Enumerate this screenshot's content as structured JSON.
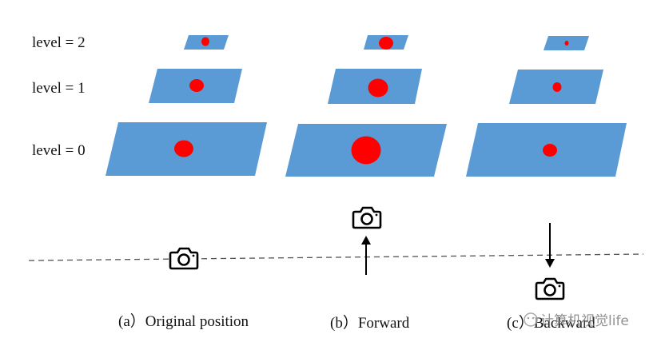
{
  "level_labels": [
    "level = 2",
    "level = 1",
    "level = 0"
  ],
  "captions": [
    "(a）Original position",
    "(b）Forward",
    "(c）Backward"
  ],
  "watermark": "计算机视觉life",
  "colors": {
    "plane": "#5b9bd5",
    "spot": "#ff0000",
    "dashed_line": "#555555"
  },
  "icons": {
    "camera": "camera-icon",
    "arrow_up": "arrow-up-icon",
    "arrow_down": "arrow-down-icon",
    "watermark_logo": "wechat-logo-icon"
  }
}
